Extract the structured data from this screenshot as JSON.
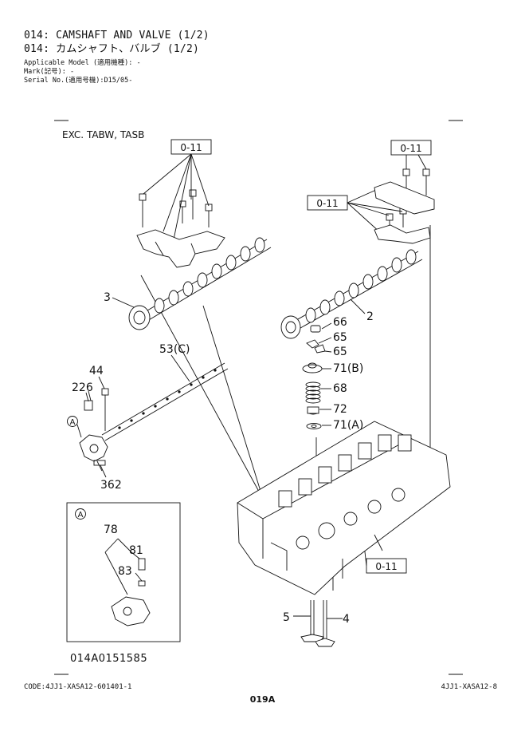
{
  "header": {
    "title_en": "014: CAMSHAFT AND VALVE (1/2)",
    "title_jp": "014: カムシャフト、バルブ (1/2)",
    "applicable_model": "Applicable Model (適用機種): -",
    "mark": "Mark(記号): -",
    "serial": "Serial No.(適用号機):D15/05-"
  },
  "diagram": {
    "exc_note": "EXC. TABW, TASB",
    "boxed_labels": [
      "0-11",
      "0-11",
      "0-11",
      "0-11"
    ],
    "part_labels": {
      "p3": "3",
      "p2": "2",
      "p66": "66",
      "p65a": "65",
      "p65b": "65",
      "p71b": "71(B)",
      "p68": "68",
      "p72": "72",
      "p71a": "71(A)",
      "p53c": "53(C)",
      "p44": "44",
      "p226": "226",
      "p362": "362",
      "p78": "78",
      "p81": "81",
      "p83": "83",
      "p5": "5",
      "p4": "4"
    },
    "detail_marker": "A",
    "illustration_id": "014A0151585"
  },
  "footer": {
    "code_left": "CODE:4JJ1-XASA12-601401-1",
    "code_right": "4JJ1-XASA12-8",
    "page": "019A"
  }
}
